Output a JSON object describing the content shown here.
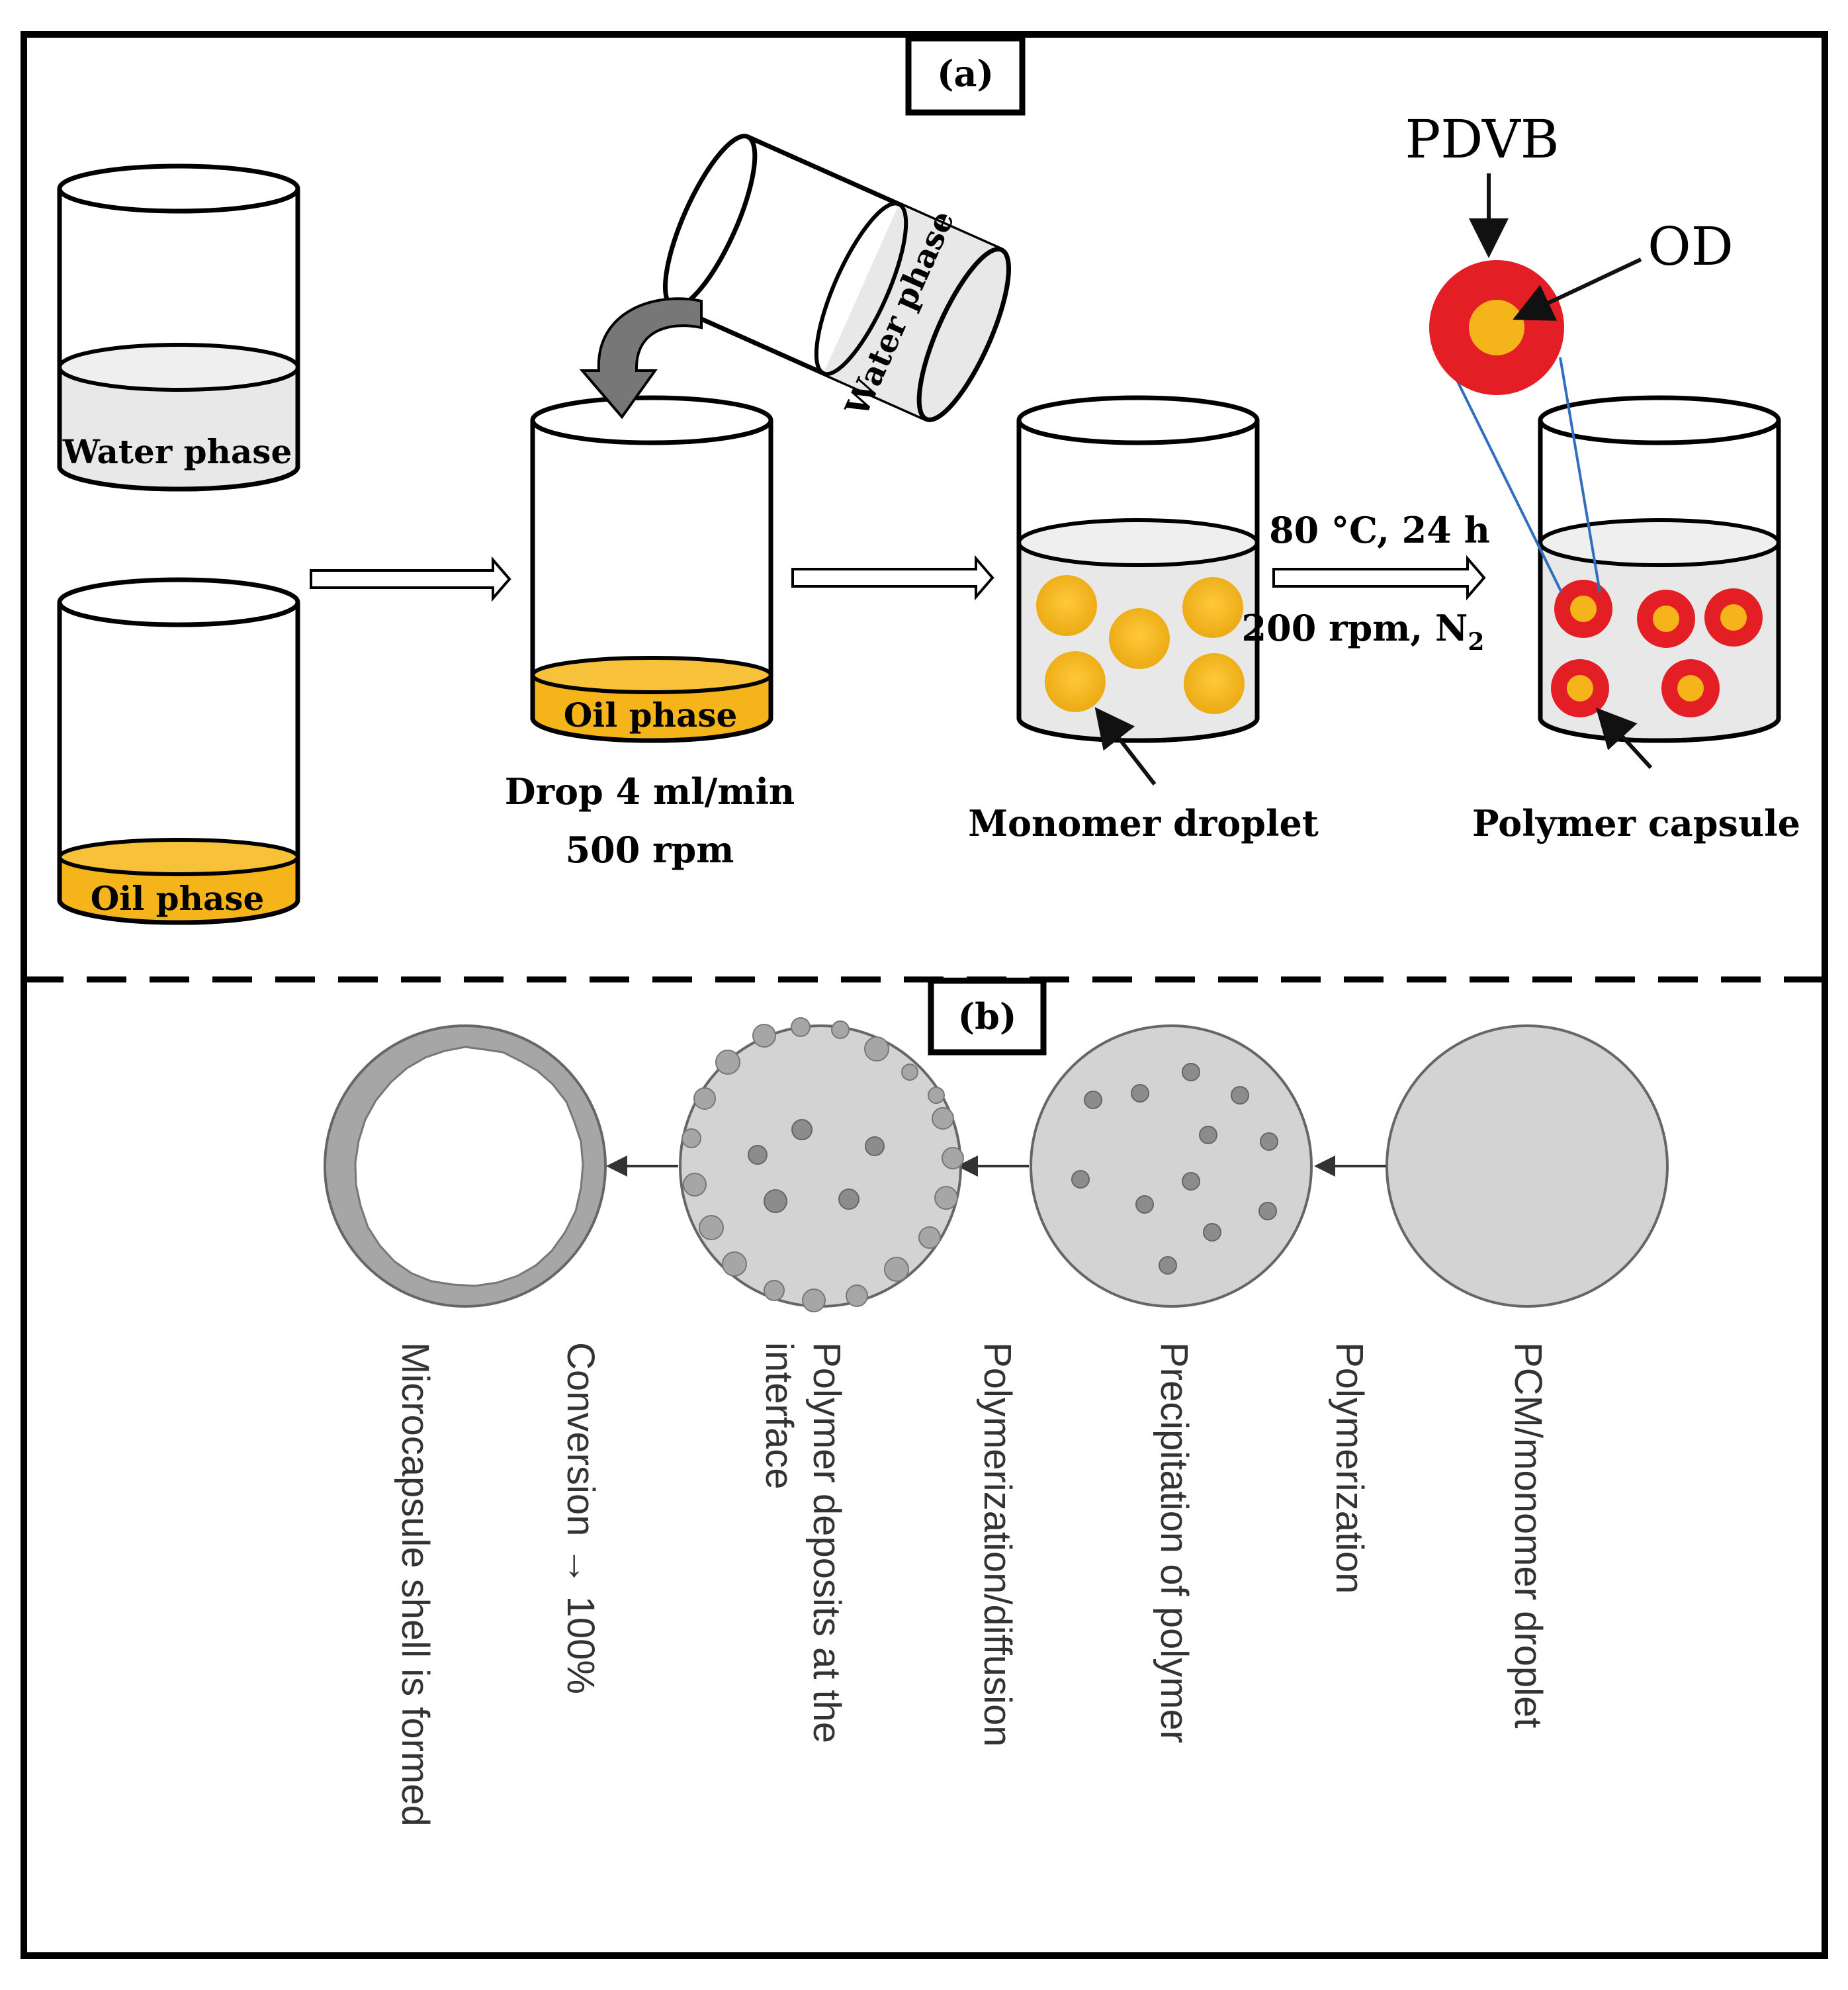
{
  "panel_a": {
    "label": "(a)",
    "water_phase_label": "Water phase",
    "oil_phase_label_left": "Oil phase",
    "oil_phase_label_mid": "Oil phase",
    "pouring_beaker_label": "Water phase",
    "drop_rate": "Drop 4 ml/min",
    "drop_speed": "500 rpm",
    "reaction_condition_temp": "80 °C, 24 h",
    "reaction_condition_speed": "200 rpm, N",
    "reaction_condition_subscript": "2",
    "monomer_droplet_label": "Monomer droplet",
    "polymer_capsule_label": "Polymer capsule",
    "pdvb_label": "PDVB",
    "od_label": "OD"
  },
  "panel_b": {
    "label": "(b)",
    "stages": [
      "PCM/monomer droplet",
      "Polymerization",
      "Precipitation of polymer",
      "Polymerization/diffusion",
      "Polymer deposits at the interface",
      "Conversion → 100%",
      "Microcapsule shell is formed"
    ],
    "stage5_line1": "Polymer deposits at the",
    "stage5_line2": "interface"
  },
  "colors": {
    "oil": "#F5B51A",
    "water": "#E8E8E8",
    "capsule_shell": "#E31E24",
    "droplet_gray": "#D3D3D3",
    "particle_gray": "#8C8C8C",
    "link_blue": "#2E6FBF"
  }
}
